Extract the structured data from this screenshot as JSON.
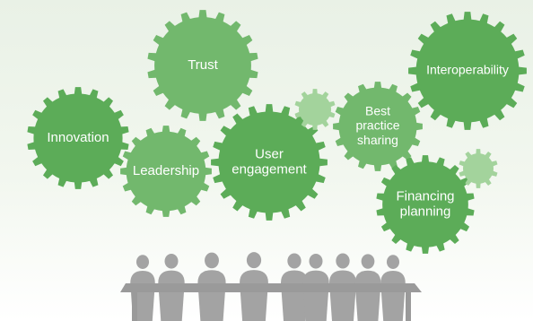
{
  "gears": [
    {
      "id": "trust",
      "lines": [
        "Trust"
      ],
      "color": "#72b86d"
    },
    {
      "id": "interoperability",
      "lines": [
        "Interoperability"
      ],
      "color": "#5cac58"
    },
    {
      "id": "innovation",
      "lines": [
        "Innovation"
      ],
      "color": "#5cac58"
    },
    {
      "id": "leadership",
      "lines": [
        "Leadership"
      ],
      "color": "#72b86d"
    },
    {
      "id": "user-engagement",
      "lines": [
        "User",
        "engagement"
      ],
      "color": "#5cac58"
    },
    {
      "id": "best-practice",
      "lines": [
        "Best",
        "practice",
        "sharing"
      ],
      "color": "#72b86d"
    },
    {
      "id": "financing",
      "lines": [
        "Financing",
        "planning"
      ],
      "color": "#5cac58"
    },
    {
      "id": "small-center",
      "lines": [],
      "color": "#a3d39c"
    },
    {
      "id": "small-right",
      "lines": [],
      "color": "#a3d39c"
    }
  ],
  "colors": {
    "silhouette": "#a3a3a3",
    "table": "#9a9a9a",
    "label": "#ffffff"
  },
  "people": 9
}
